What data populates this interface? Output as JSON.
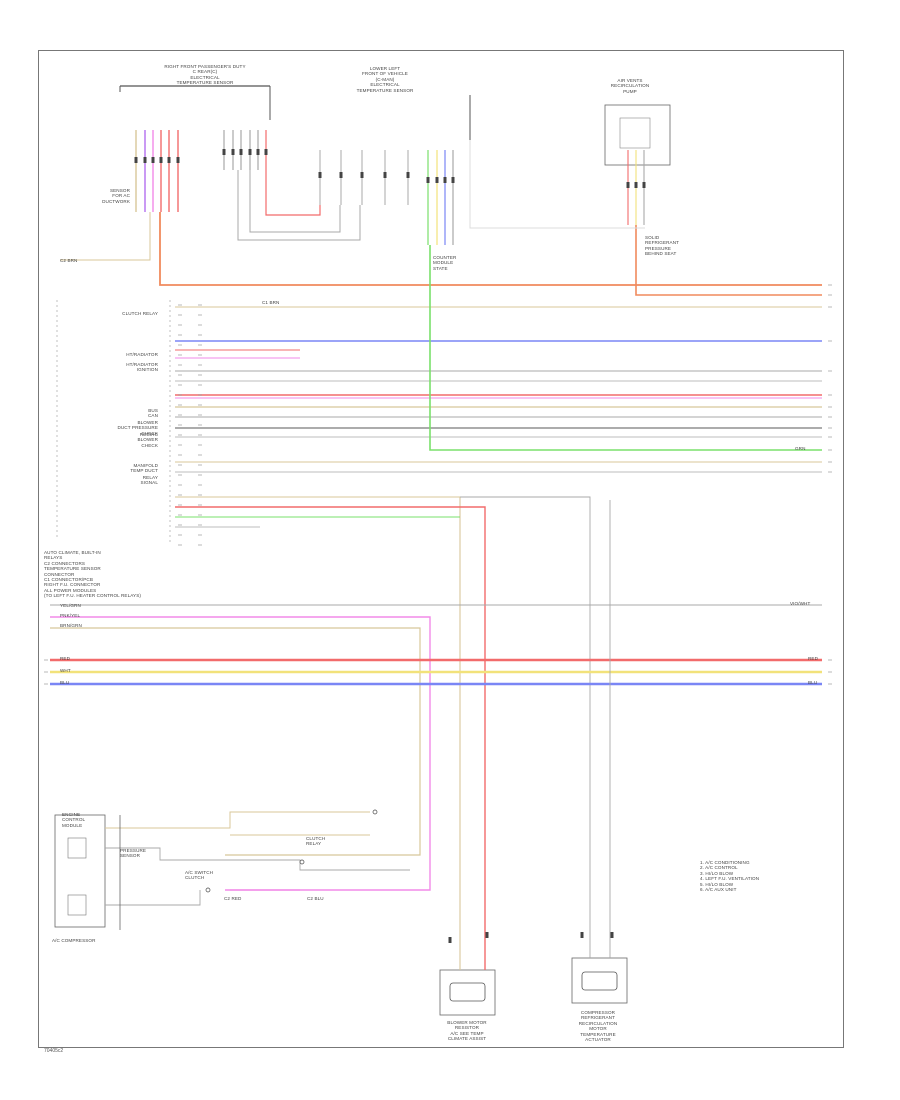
{
  "page": {
    "id": "70405c2"
  },
  "colors": {
    "red": "#f26b6b",
    "orange": "#f08a5d",
    "yellow": "#f2e27a",
    "blue": "#7a86f5",
    "green": "#7ae06b",
    "pink": "#f28ae8",
    "violet": "#b46ff0",
    "tan": "#d8c79a",
    "gray": "#a8a8a8",
    "black": "#222222",
    "white_wire": "#dcdcdc"
  },
  "components": {
    "rear_controller": {
      "title": "RIGHT FRONT PASSENGER'S DUTY\nC REAR(C)\nELECTRICAL\nTEMPERATURE SENSOR"
    },
    "lower_left_module": {
      "title": "LOWER LEFT\nFRONT OF VEHICLE\n(C-MAN)\nELECTRICAL\nTEMPERATURE SENSOR"
    },
    "top_right_sensor": {
      "title": "AIR VENTS\nRECIRCULATION\nPUMP"
    },
    "sensor_a": {
      "label": "SENSOR\nFOR AC\nDUCTWORK"
    },
    "module_b": {
      "label": "COUNTER\nMODULE\nSTATE"
    },
    "module_c": {
      "label": "SOLID\nREFRIGERANT\nPRESSURE\nBEHIND SEAT"
    },
    "wire_note": {
      "label": "ENGINE\nCONTROL\nMODULE"
    },
    "side_block": {
      "label": "AUTO CLIMATE, BUILT-IN\nRELAYS\nC2 CONNECTORS\nTEMPERATURE SENSOR\nCONNECTOR\nC1 CONNECTOR/PCB\nRIGHT F.U. CONNECTOR\nALL POWER MODULES\n(TO LEFT F.U. HEATER CONTROL RELAYS)"
    },
    "ac_compressor": {
      "label": "A/C COMPRESSOR"
    },
    "ac_switch": {
      "label": "A/C SWITCH\nCLUTCH"
    },
    "clutch_relay": {
      "label": "CLUTCH\nRELAY"
    },
    "pressure_sensor": {
      "label": "PRESSURE\nSENSOR"
    },
    "bottom_left_motor": {
      "label": "BLOWER MOTOR\nRESISTOR\nA/C SEE TEMP\nCLIMATE ASSIST"
    },
    "bottom_right_motor": {
      "label": "COMPRESSOR\nREFRIGERANT\nRECIRCULATION\nMOTOR\nTEMPERATURE\nACTUATOR"
    }
  },
  "left_labels": [
    "CLUTCH RELAY",
    "HT/RADIATOR",
    "HT/RADIATOR\nIGNITION",
    "BUS\nCAN",
    "BLOWER\nDUCT PRESSURE\nCHECK",
    "RECIRC\nBLOWER\nCHECK",
    "MANIFOLD\nTEMP DUCT",
    "RELAY\nSIGNAL"
  ],
  "bus_labels": {
    "yel_grn": "YEL/GRN",
    "red": "RED",
    "wht": "WHT",
    "blu": "BLU",
    "grn": "GRN",
    "violet": "VIO/WHT",
    "pink": "PNK/YEL",
    "brn": "BRN/GRN"
  },
  "legend": {
    "items": [
      "1. A/C CONDITIONING",
      "2. A/C CONTROL",
      "3. HI/LO BLOW",
      "4. LEFT F.U. VENTILATION",
      "5. HI/LO BLOW",
      "6. A/C AUX UNIT"
    ]
  },
  "misc": {
    "wire_ref_1": "C2 BRN",
    "wire_ref_2": "C1 BRN",
    "wire_ref_3": "C2 RED",
    "wire_ref_4": "C2 BLU"
  }
}
